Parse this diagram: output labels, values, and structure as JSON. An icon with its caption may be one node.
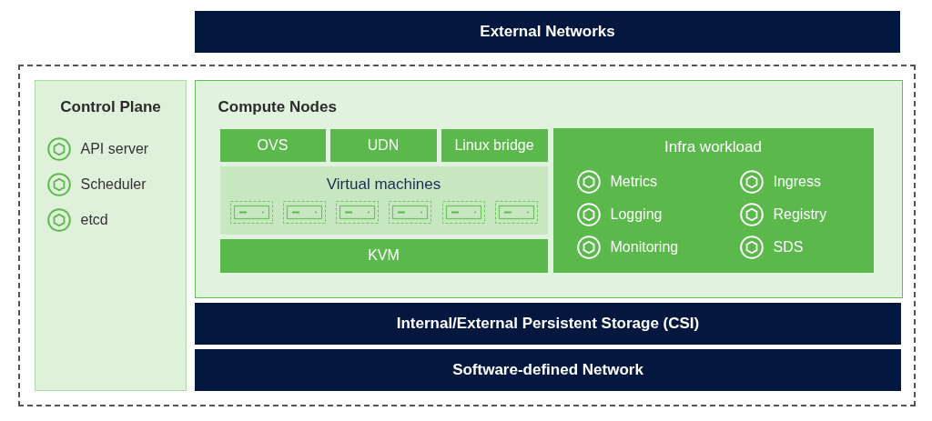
{
  "diagram": {
    "nodes": [
      {
        "text": [
          "External Networks"
        ]
      },
      {
        "text": [],
        "shape": "box"
      },
      {
        "text": [
          "Control Plane",
          "API server",
          "Scheduler",
          "etcd"
        ],
        "in": 1
      },
      {
        "text": [
          "Compute Nodes"
        ],
        "in": 1
      },
      {
        "text": [
          "OVS"
        ],
        "in": 3
      },
      {
        "text": [
          "UDN"
        ],
        "in": 3
      },
      {
        "text": [
          "Linux bridge"
        ],
        "in": 3
      },
      {
        "text": [
          "Infra workload",
          "Metrics",
          "Ingress",
          "Logging",
          "Registry",
          "Monitoring",
          "SDS"
        ],
        "in": 3
      },
      {
        "text": [
          "Virtual machines"
        ],
        "in": 3
      },
      {
        "text": [],
        "shape": "box",
        "in": 8
      },
      {
        "text": [],
        "shape": "box",
        "in": 8
      },
      {
        "text": [],
        "shape": "box",
        "in": 8
      },
      {
        "text": [],
        "shape": "box",
        "in": 8
      },
      {
        "text": [],
        "shape": "box",
        "in": 8
      },
      {
        "text": [],
        "shape": "box",
        "in": 8
      },
      {
        "text": [
          "KVM"
        ],
        "in": 3
      },
      {
        "text": [
          "Internal/External Persistent Storage (CSI)"
        ],
        "in": 1
      },
      {
        "text": [
          "Software-defined Network"
        ],
        "in": 1
      }
    ]
  }
}
